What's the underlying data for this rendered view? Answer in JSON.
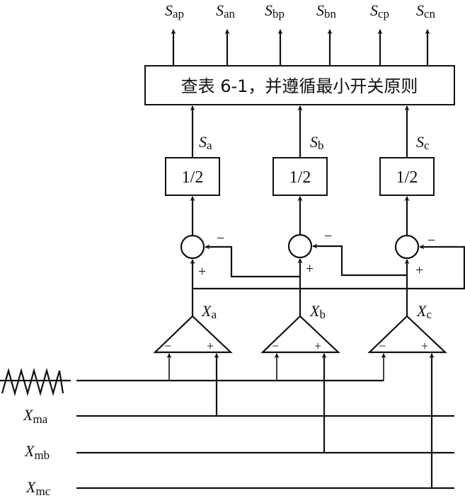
{
  "diagram": {
    "lookup_block": {
      "label": "查表 6-1，并遵循最小开关原则"
    },
    "outputs": [
      {
        "main": "S",
        "sub": "ap"
      },
      {
        "main": "S",
        "sub": "an"
      },
      {
        "main": "S",
        "sub": "bp"
      },
      {
        "main": "S",
        "sub": "bn"
      },
      {
        "main": "S",
        "sub": "cp"
      },
      {
        "main": "S",
        "sub": "cn"
      }
    ],
    "phases": [
      {
        "switch_signal": {
          "main": "S",
          "sub": "a"
        },
        "gain_block": "1/2",
        "summer_plus": "+",
        "summer_minus": "−",
        "comparator_output": {
          "main": "X",
          "sub": "a"
        },
        "comparator_minus": "−",
        "comparator_plus": "+"
      },
      {
        "switch_signal": {
          "main": "S",
          "sub": "b"
        },
        "gain_block": "1/2",
        "summer_plus": "+",
        "summer_minus": "−",
        "comparator_output": {
          "main": "X",
          "sub": "b"
        },
        "comparator_minus": "−",
        "comparator_plus": "+"
      },
      {
        "switch_signal": {
          "main": "S",
          "sub": "c"
        },
        "gain_block": "1/2",
        "summer_plus": "+",
        "summer_minus": "−",
        "comparator_output": {
          "main": "X",
          "sub": "c"
        },
        "comparator_minus": "−",
        "comparator_plus": "+"
      }
    ],
    "inputs": [
      {
        "name": "carrier",
        "icon": "triangle-wave-icon"
      },
      {
        "main": "X",
        "sub": "ma"
      },
      {
        "main": "X",
        "sub": "mb"
      },
      {
        "main": "X",
        "sub": "mc"
      }
    ]
  }
}
